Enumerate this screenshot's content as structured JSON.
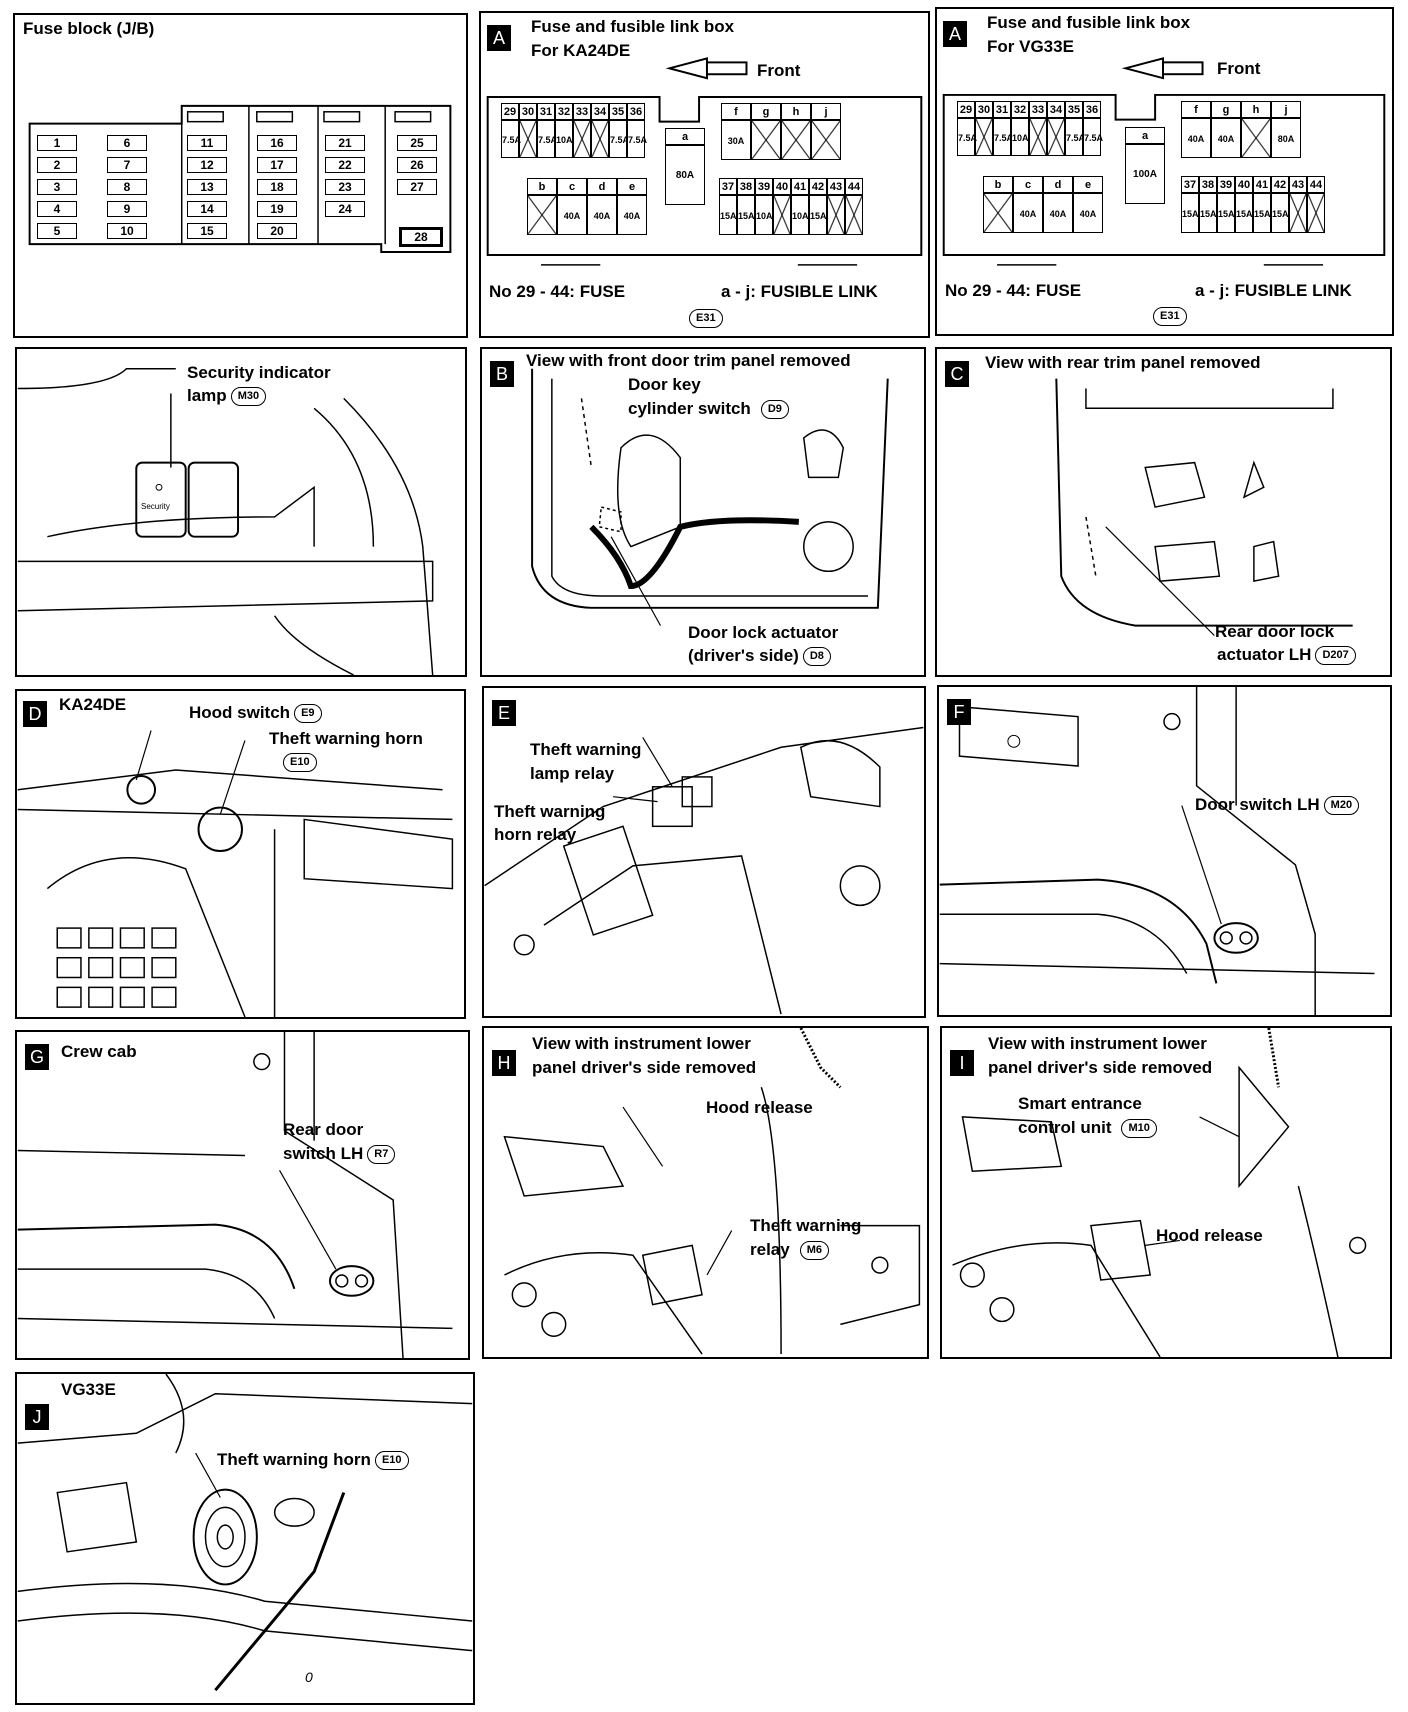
{
  "fuse_block": {
    "title": "Fuse block (J/B)",
    "fuses": [
      "1",
      "2",
      "3",
      "4",
      "5",
      "6",
      "7",
      "8",
      "9",
      "10",
      "11",
      "12",
      "13",
      "14",
      "15",
      "16",
      "17",
      "18",
      "19",
      "20",
      "21",
      "22",
      "23",
      "24",
      "25",
      "26",
      "27",
      "28"
    ]
  },
  "box_ka": {
    "badge": "A",
    "title1": "Fuse and fusible link box",
    "title2": "For KA24DE",
    "front": "Front",
    "top_left_headers": [
      "29",
      "30",
      "31",
      "32",
      "33",
      "34",
      "35",
      "36"
    ],
    "top_left_values": [
      "7.5A",
      "",
      "7.5A",
      "10A",
      "",
      "",
      "7.5A",
      "7.5A"
    ],
    "top_right_headers": [
      "f",
      "g",
      "h",
      "j"
    ],
    "top_right_values": [
      "30A",
      "",
      "",
      ""
    ],
    "center_header": "a",
    "center_value": "80A",
    "bottom_left_headers": [
      "b",
      "c",
      "d",
      "e"
    ],
    "bottom_left_values": [
      "",
      "40A",
      "40A",
      "40A"
    ],
    "bottom_right_headers": [
      "37",
      "38",
      "39",
      "40",
      "41",
      "42",
      "43",
      "44"
    ],
    "bottom_right_values": [
      "15A",
      "15A",
      "10A",
      "",
      "10A",
      "15A",
      "",
      ""
    ],
    "fuse_legend": "No 29 - 44:  FUSE",
    "link_legend": "a - j:  FUSIBLE LINK",
    "connector": "E31"
  },
  "box_vg": {
    "badge": "A",
    "title1": "Fuse and fusible link box",
    "title2": "For VG33E",
    "front": "Front",
    "top_left_headers": [
      "29",
      "30",
      "31",
      "32",
      "33",
      "34",
      "35",
      "36"
    ],
    "top_left_values": [
      "7.5A",
      "",
      "7.5A",
      "10A",
      "",
      "",
      "7.5A",
      "7.5A"
    ],
    "top_right_headers": [
      "f",
      "g",
      "h",
      "j"
    ],
    "top_right_values": [
      "40A",
      "40A",
      "",
      "80A"
    ],
    "center_header": "a",
    "center_value": "100A",
    "bottom_left_headers": [
      "b",
      "c",
      "d",
      "e"
    ],
    "bottom_left_values": [
      "",
      "40A",
      "40A",
      "40A"
    ],
    "bottom_right_headers": [
      "37",
      "38",
      "39",
      "40",
      "41",
      "42",
      "43",
      "44"
    ],
    "bottom_right_values": [
      "15A",
      "15A",
      "15A",
      "15A",
      "15A",
      "15A",
      "",
      ""
    ],
    "fuse_legend": "No 29 - 44:  FUSE",
    "link_legend": "a - j:  FUSIBLE LINK",
    "connector": "E31"
  },
  "security": {
    "label1": "Security indicator",
    "label2": "lamp",
    "connector": "M30",
    "switch_text": "Security"
  },
  "panel_b": {
    "badge": "B",
    "title": "View with front door trim panel removed",
    "key1": "Door key",
    "key2": "cylinder switch",
    "key_conn": "D9",
    "act1": "Door lock actuator",
    "act2": "(driver's side)",
    "act_conn": "D8"
  },
  "panel_c": {
    "badge": "C",
    "title": "View with rear trim panel removed",
    "l1": "Rear door lock",
    "l2": "actuator LH",
    "conn": "D207"
  },
  "panel_d": {
    "badge": "D",
    "title": "KA24DE",
    "hood": "Hood switch",
    "hood_conn": "E9",
    "horn": "Theft warning horn",
    "horn_conn": "E10"
  },
  "panel_e": {
    "badge": "E",
    "l1": "Theft warning",
    "l2": "lamp relay",
    "l3": "Theft warning",
    "l4": "horn relay"
  },
  "panel_f": {
    "badge": "F",
    "label": "Door switch LH",
    "conn": "M20"
  },
  "panel_g": {
    "badge": "G",
    "title": "Crew cab",
    "l1": "Rear door",
    "l2": "switch LH",
    "conn": "R7"
  },
  "panel_h": {
    "badge": "H",
    "t1": "View with instrument lower",
    "t2": "panel driver's side removed",
    "hood": "Hood release",
    "r1": "Theft warning",
    "r2": "relay",
    "conn": "M6"
  },
  "panel_i": {
    "badge": "I",
    "t1": "View with instrument lower",
    "t2": "panel driver's side removed",
    "s1": "Smart entrance",
    "s2": "control unit",
    "conn": "M10",
    "hood": "Hood release"
  },
  "panel_j": {
    "badge": "J",
    "title": "VG33E",
    "horn": "Theft warning horn",
    "conn": "E10",
    "mark": "0"
  }
}
